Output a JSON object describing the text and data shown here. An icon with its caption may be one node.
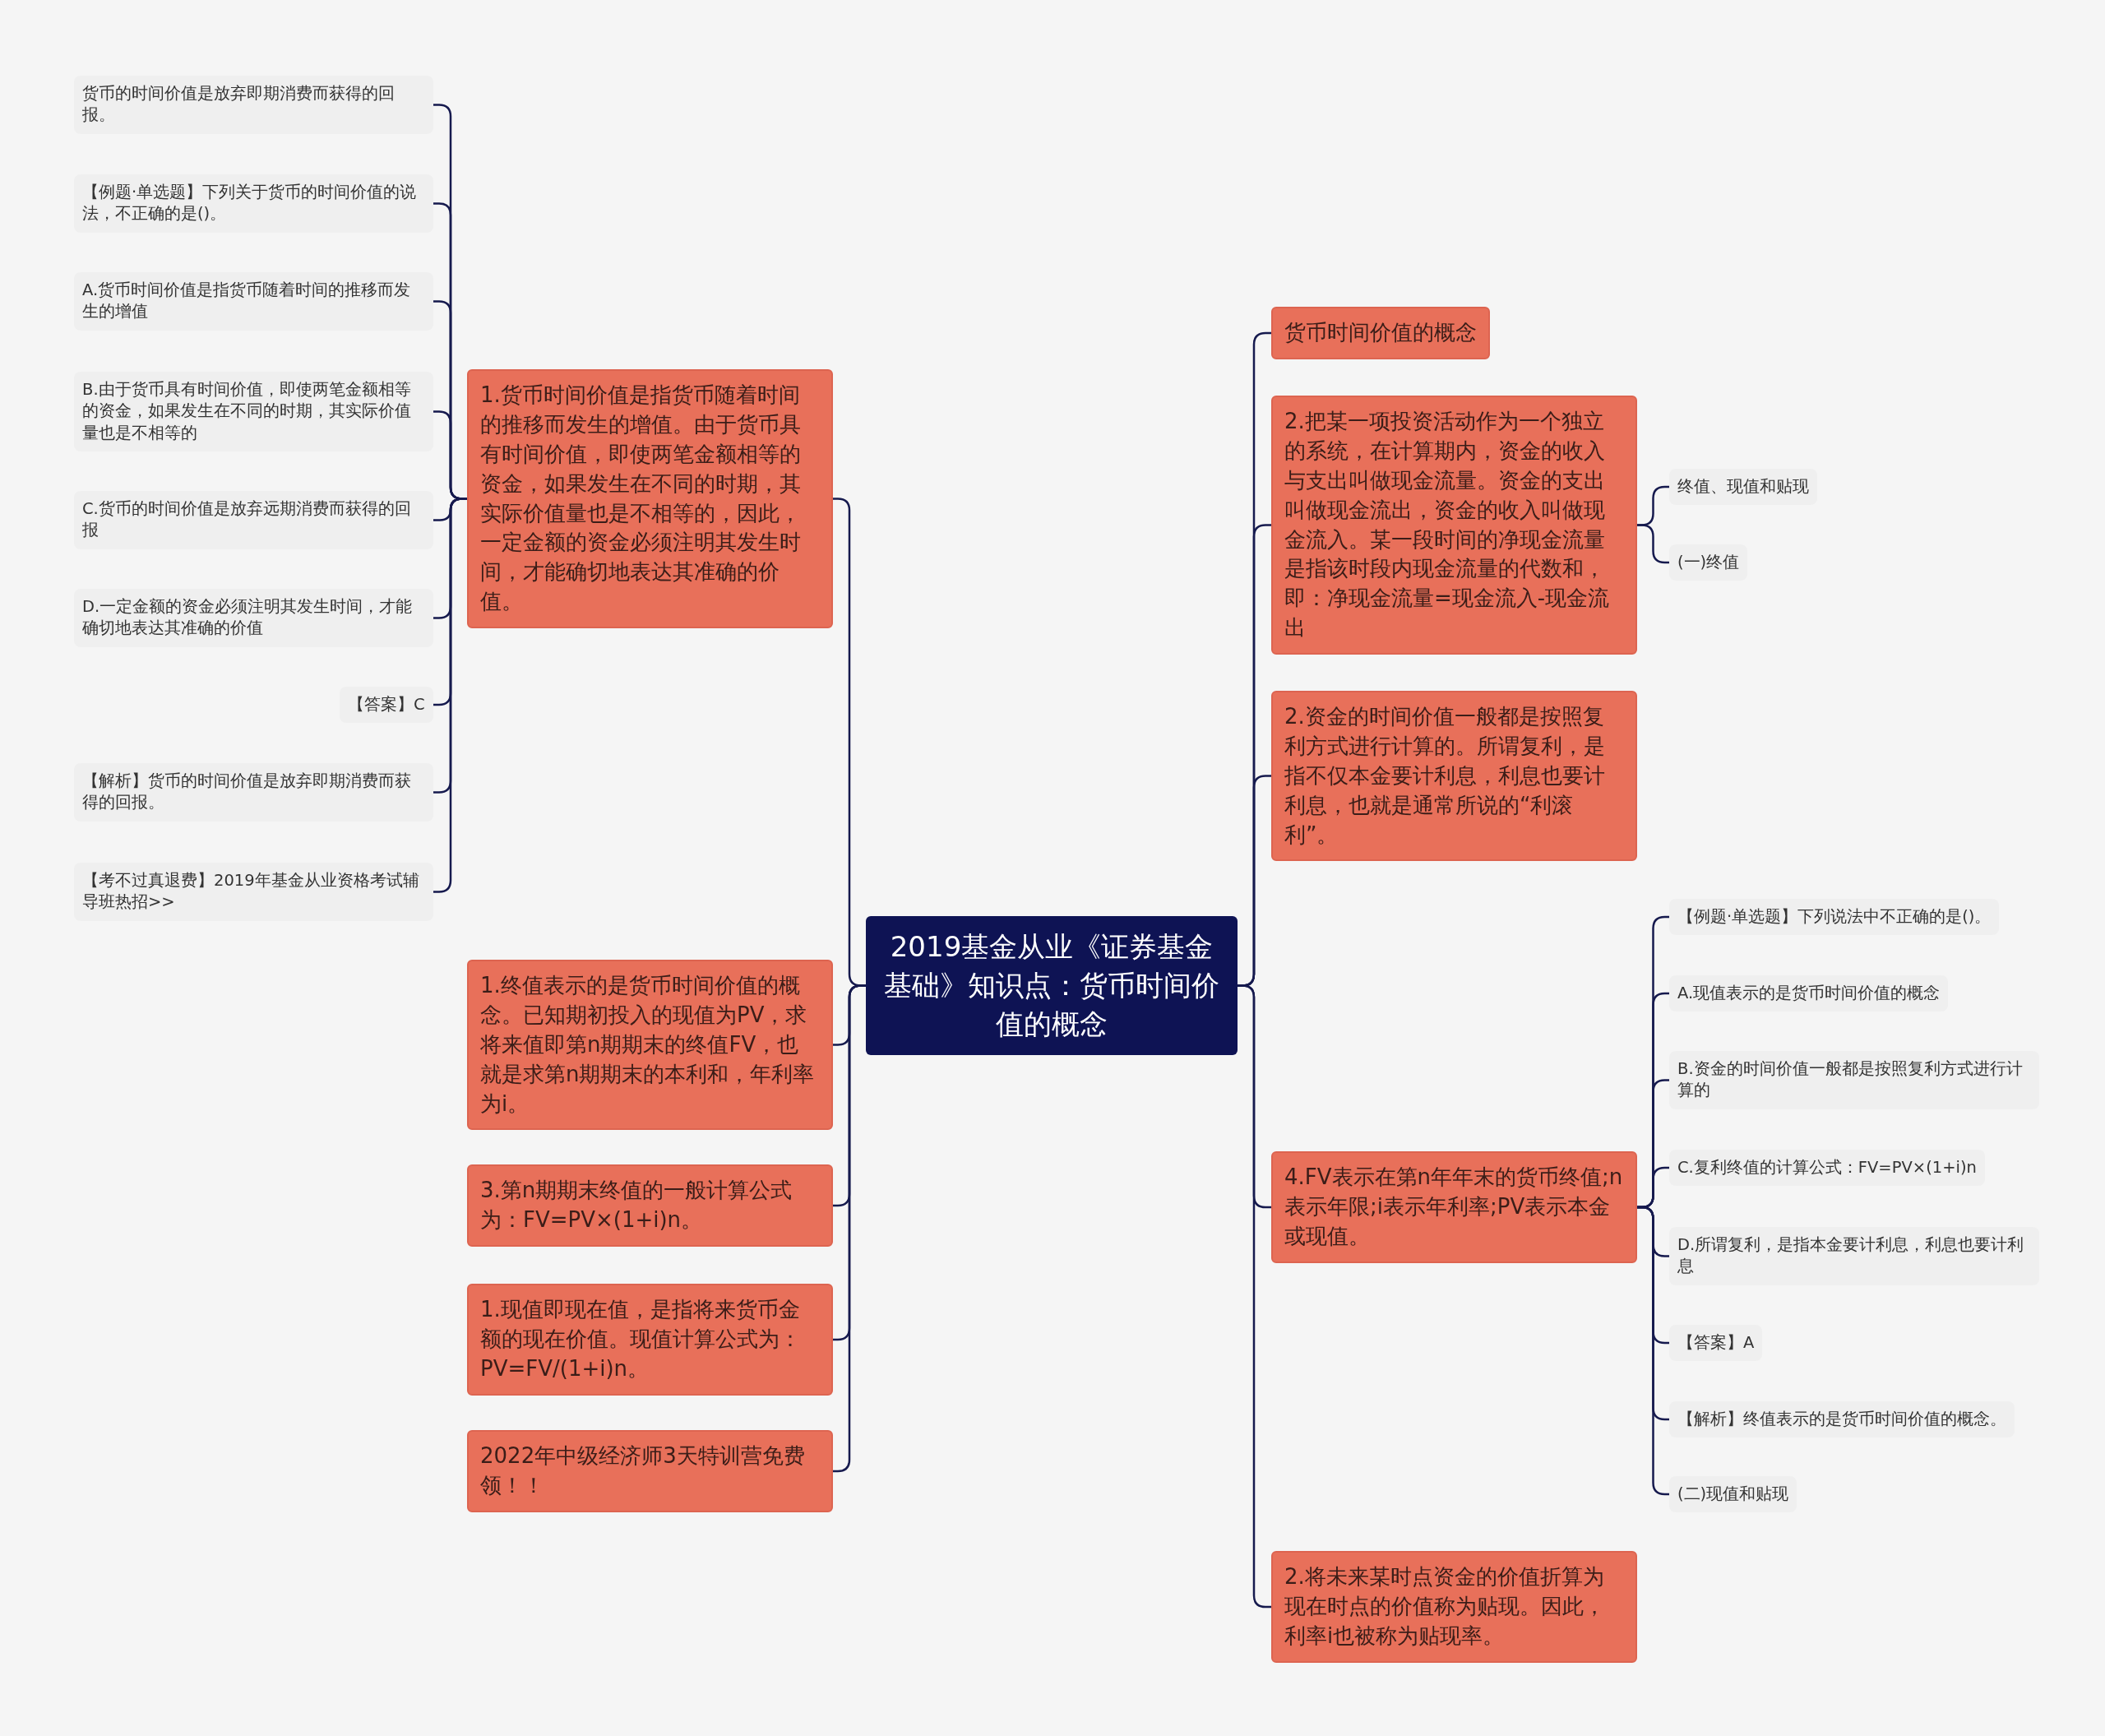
{
  "diagram": {
    "nodes": [
      {
        "text": [
          "2019基金从业《证券基金基础》知识点：货币时间价值的概念"
        ]
      },
      {
        "text": [
          "1.货币时间价值是指货币随着时间的推移而发生的增值。由于货币具有时间价值，即使两笔金额相等的资金，如果发生在不同的时期，其实际价值量也是不相等的，因此，一定金额的资金必须注明其发生时间，才能确切地表达其准确的价值。"
        ]
      },
      {
        "text": [
          "货币的时间价值是放弃即期消费而获得的回报。"
        ]
      },
      {
        "text": [
          "【例题·单选题】下列关于货币的时间价值的说法，不正确的是()。"
        ]
      },
      {
        "text": [
          "A.货币时间价值是指货币随着时间的推移而发生的增值"
        ]
      },
      {
        "text": [
          "B.由于货币具有时间价值，即使两笔金额相等的资金，如果发生在不同的时期，其实际价值量也是不相等的"
        ]
      },
      {
        "text": [
          "C.货币的时间价值是放弃远期消费而获得的回报"
        ]
      },
      {
        "text": [
          "D.一定金额的资金必须注明其发生时间，才能确切地表达其准确的价值"
        ]
      },
      {
        "text": [
          "【答案】C"
        ]
      },
      {
        "text": [
          "【解析】货币的时间价值是放弃即期消费而获得的回报。"
        ]
      },
      {
        "text": [
          "【考不过真退费】2019年基金从业资格考试辅导班热招>>"
        ]
      },
      {
        "text": [
          "1.终值表示的是货币时间价值的概念。已知期初投入的现值为PV，求将来值即第n期期末的终值FV，也就是求第n期期末的本利和，年利率为i。"
        ]
      },
      {
        "text": [
          "3.第n期期末终值的一般计算公式为：FV=PV×(1+i)n。"
        ]
      },
      {
        "text": [
          "1.现值即现在值，是指将来货币金额的现在价值。现值计算公式为：PV=FV/(1+i)n。"
        ]
      },
      {
        "text": [
          "2022年中级经济师3天特训营免费领！！"
        ]
      },
      {
        "text": [
          "货币时间价值的概念"
        ]
      },
      {
        "text": [
          "2.把某一项投资活动作为一个独立的系统，在计算期内，资金的收入与支出叫做现金流量。资金的支出叫做现金流出，资金的收入叫做现金流入。某一段时间的净现金流量是指该时段内现金流量的代数和，即：净现金流量=现金流入-现金流出"
        ]
      },
      {
        "text": [
          "终值、现值和贴现"
        ]
      },
      {
        "text": [
          "(一)终值"
        ]
      },
      {
        "text": [
          "2.资金的时间价值一般都是按照复利方式进行计算的。所谓复利，是指不仅本金要计利息，利息也要计利息，也就是通常所说的“利滚利”。"
        ]
      },
      {
        "text": [
          "4.FV表示在第n年年末的货币终值;n表示年限;i表示年利率;PV表示本金或现值。"
        ]
      },
      {
        "text": [
          "【例题·单选题】下列说法中不正确的是()。"
        ]
      },
      {
        "text": [
          "A.现值表示的是货币时间价值的概念"
        ]
      },
      {
        "text": [
          "B.资金的时间价值一般都是按照复利方式进行计算的"
        ]
      },
      {
        "text": [
          "C.复利终值的计算公式：FV=PV×(1+i)n"
        ]
      },
      {
        "text": [
          "D.所谓复利，是指本金要计利息，利息也要计利息"
        ]
      },
      {
        "text": [
          "【答案】A"
        ]
      },
      {
        "text": [
          "【解析】终值表示的是货币时间价值的概念。"
        ]
      },
      {
        "text": [
          "(二)现值和贴现"
        ]
      },
      {
        "text": [
          "2.将未来某时点资金的价值折算为现在时点的价值称为贴现。因此，利率i也被称为贴现率。"
        ]
      }
    ],
    "edges": [
      {
        "from": 0,
        "to": 1,
        "arrow": "none"
      },
      {
        "from": 1,
        "to": 2,
        "arrow": "none"
      },
      {
        "from": 1,
        "to": 3,
        "arrow": "none"
      },
      {
        "from": 1,
        "to": 4,
        "arrow": "none"
      },
      {
        "from": 1,
        "to": 5,
        "arrow": "none"
      },
      {
        "from": 1,
        "to": 6,
        "arrow": "none"
      },
      {
        "from": 1,
        "to": 7,
        "arrow": "none"
      },
      {
        "from": 1,
        "to": 8,
        "arrow": "none"
      },
      {
        "from": 1,
        "to": 9,
        "arrow": "none"
      },
      {
        "from": 1,
        "to": 10,
        "arrow": "none"
      },
      {
        "from": 0,
        "to": 11,
        "arrow": "none"
      },
      {
        "from": 0,
        "to": 12,
        "arrow": "none"
      },
      {
        "from": 0,
        "to": 13,
        "arrow": "none"
      },
      {
        "from": 0,
        "to": 14,
        "arrow": "none"
      },
      {
        "from": 0,
        "to": 15,
        "arrow": "none"
      },
      {
        "from": 0,
        "to": 16,
        "arrow": "none"
      },
      {
        "from": 16,
        "to": 17,
        "arrow": "none"
      },
      {
        "from": 16,
        "to": 18,
        "arrow": "none"
      },
      {
        "from": 0,
        "to": 19,
        "arrow": "none"
      },
      {
        "from": 0,
        "to": 20,
        "arrow": "none"
      },
      {
        "from": 20,
        "to": 21,
        "arrow": "none"
      },
      {
        "from": 20,
        "to": 22,
        "arrow": "none"
      },
      {
        "from": 20,
        "to": 23,
        "arrow": "none"
      },
      {
        "from": 20,
        "to": 24,
        "arrow": "none"
      },
      {
        "from": 20,
        "to": 25,
        "arrow": "none"
      },
      {
        "from": 20,
        "to": 26,
        "arrow": "none"
      },
      {
        "from": 20,
        "to": 27,
        "arrow": "none"
      },
      {
        "from": 20,
        "to": 28,
        "arrow": "none"
      },
      {
        "from": 0,
        "to": 29,
        "arrow": "none"
      }
    ]
  }
}
